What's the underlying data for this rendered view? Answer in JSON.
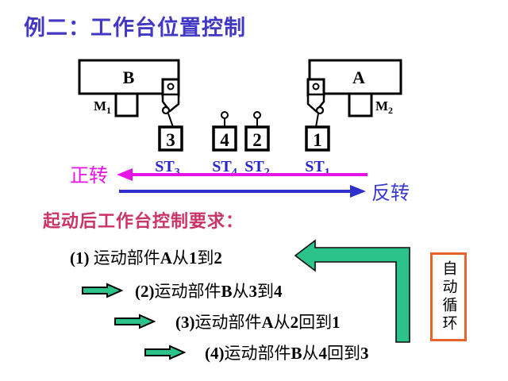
{
  "title": "例二：工作台位置控制",
  "diagram": {
    "blocks": [
      {
        "label": "B"
      },
      {
        "label": "A"
      }
    ],
    "motors": [
      {
        "base": "M",
        "sub": "1"
      },
      {
        "base": "M",
        "sub": "2"
      }
    ],
    "boxes": [
      "3",
      "4",
      "2",
      "1"
    ],
    "switches": [
      {
        "base": "ST",
        "sub": "3"
      },
      {
        "base": "ST",
        "sub": "4"
      },
      {
        "base": "ST",
        "sub": "2"
      },
      {
        "base": "ST",
        "sub": "1"
      }
    ],
    "forward_label": "正转",
    "reverse_label": "反转"
  },
  "requirements": {
    "heading": "起动后工作台控制要求：",
    "items": [
      [
        {
          "t": "(1) ",
          "b": true
        },
        {
          "t": "运动部件",
          "b": false
        },
        {
          "t": "A",
          "b": true
        },
        {
          "t": "从",
          "b": false
        },
        {
          "t": "1",
          "b": true
        },
        {
          "t": "到",
          "b": false
        },
        {
          "t": "2",
          "b": true
        }
      ],
      [
        {
          "t": "(2)",
          "b": true
        },
        {
          "t": "运动部件",
          "b": false
        },
        {
          "t": "B",
          "b": true
        },
        {
          "t": "从",
          "b": false
        },
        {
          "t": "3",
          "b": true
        },
        {
          "t": "到",
          "b": false
        },
        {
          "t": "4",
          "b": true
        }
      ],
      [
        {
          "t": "(3)",
          "b": true
        },
        {
          "t": "运动部件",
          "b": false
        },
        {
          "t": "A",
          "b": true
        },
        {
          "t": "从",
          "b": false
        },
        {
          "t": "2",
          "b": true
        },
        {
          "t": "回到",
          "b": false
        },
        {
          "t": "1",
          "b": true
        }
      ],
      [
        {
          "t": "(4)",
          "b": true
        },
        {
          "t": "运动部件",
          "b": false
        },
        {
          "t": "B",
          "b": true
        },
        {
          "t": "从",
          "b": false
        },
        {
          "t": "4",
          "b": true
        },
        {
          "t": "回到",
          "b": false
        },
        {
          "t": "3",
          "b": true
        }
      ]
    ]
  },
  "cycle_label": "自动循环",
  "colors": {
    "title": "#4238C4",
    "switch_label": "#2525CC",
    "forward": "#E513E5",
    "reverse": "#2F2FCC",
    "heading": "#CC3366",
    "step_arrow_green": "#2BC389",
    "cycle_border_orange": "#E8622B",
    "diagram_line": "#000000"
  }
}
